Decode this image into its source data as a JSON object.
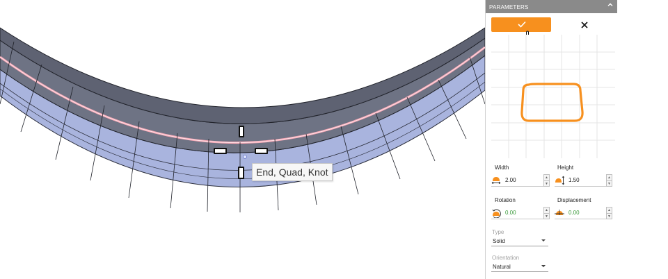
{
  "viewport": {
    "snap_tooltip": "End, Quad, Knot"
  },
  "panel": {
    "title": "PARAMETERS",
    "collapse_icon": "chevron-up-icon",
    "ok_icon": "checkmark-icon",
    "cancel_icon": "close-icon",
    "accent_color": "#f7901e",
    "width": {
      "label": "Width",
      "value": "2.00"
    },
    "height": {
      "label": "Height",
      "value": "1.50"
    },
    "rotation": {
      "label": "Rotation",
      "value": "0.00"
    },
    "displacement": {
      "label": "Displacement",
      "value": "0.00"
    },
    "type": {
      "label": "Type",
      "value": "Solid"
    },
    "orientation": {
      "label": "Orientation",
      "value": "Natural"
    }
  }
}
